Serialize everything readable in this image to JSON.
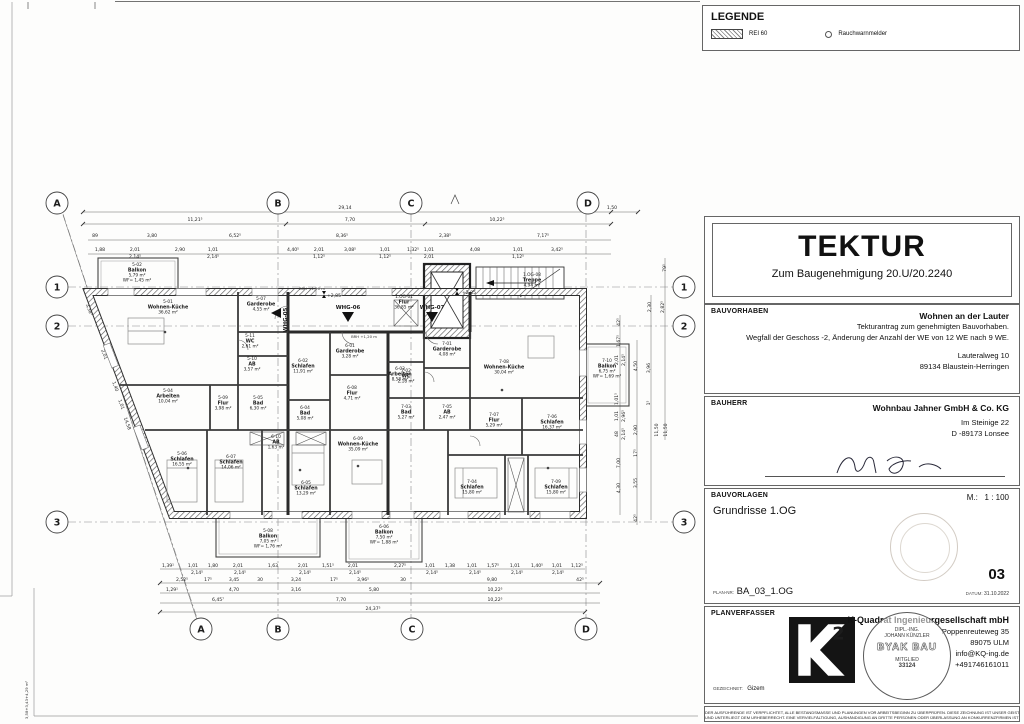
{
  "legend": {
    "title": "LEGENDE",
    "rei": "REI 60",
    "smoke": "Rauchwarnmelder"
  },
  "tektur": {
    "title": "TEKTUR",
    "subtitle": "Zum Baugenehmigung 20.U/20.2240"
  },
  "bauvorhaben": {
    "label": "BAUVORHABEN",
    "project": "Wohnen an der Lauter",
    "line1": "Tekturantrag zum genehmigten Bauvorhaben.",
    "line2": "Wegfall der Geschoss -2, Änderung der Anzahl der WE von 12 WE nach 9 WE.",
    "street": "Lauteralweg 10",
    "city": "89134 Blaustein-Herringen"
  },
  "bauherr": {
    "label": "BAUHERR",
    "name": "Wohnbau Jahner GmbH & Co. KG",
    "street": "Im Steinige 22",
    "city": "D -89173 Lonsee"
  },
  "bauvorlagen": {
    "label": "BAUVORLAGEN",
    "scale_label": "M.:",
    "scale": "1 : 100",
    "content": "Grundrisse 1.OG",
    "sheet_no": "03",
    "plan_nr_label": "PLAN-NR:",
    "plan_nr": "BA_03_1.OG",
    "date_label": "DATUM:",
    "date": "31.10.2022"
  },
  "planverfasser": {
    "label": "PLANVERFASSER",
    "logo_sup": "2",
    "company": "K-Quadrat Ingenieurgesellschaft mbH",
    "address1": "Poppenreuteweg 35",
    "address2": "89075 ULM",
    "email": "info@KQ-ing.de",
    "phone": "+491746161011",
    "drawn_label": "GEZEICHNET:",
    "drawn_by": "Gizem",
    "stamp": {
      "line1": "DIPL.-ING.",
      "line2": "JOHANN KÜNZLER",
      "line3": "BYAK BAU",
      "line4": "MITGLIED",
      "line5": "33124"
    }
  },
  "disclaimer": {
    "line1": "DER AUSFÜHRENDE IST VERPFLICHTET, ALLE BESTANDSMASSE UND PLANUNGEN VOR ARBEITSBEGINN ZU ÜBERPRÜFEN. DIESE ZEICHNUNG IST UNSER GEISTIGES EIGENTUM",
    "line2": "UND UNTERLIEGT DEM URHEBERRECHT. EINE VERVIELFÄLTIGUNG, AUSHÄNDIGUNG AN DRITTE PERSONEN ODER ÜBERLASSUNG AN KONKURRENZFIRMEN IST UNTERSAGT."
  },
  "plan": {
    "grid": {
      "top": [
        "A",
        "B",
        "C",
        "D"
      ],
      "bottom": [
        "A",
        "B",
        "C",
        "D"
      ],
      "left": [
        "1",
        "2",
        "3"
      ],
      "right": [
        "1",
        "2",
        "3"
      ]
    },
    "whg": [
      "WHG-05",
      "WHG-06",
      "WHG-07"
    ],
    "levels": [
      "+2,85",
      "+2,85"
    ],
    "misc": {
      "brh": "BRH +1,20 m",
      "note": "3,58+3,43+4,29 m²"
    },
    "rooms": [
      {
        "id": "5-02",
        "name": "Balkon",
        "area": "5,79 m²",
        "wf": "WF= 1,45 m²"
      },
      {
        "id": "5-01",
        "name": "Wohnen-Küche",
        "area": "36,62 m²"
      },
      {
        "id": "5-07",
        "name": "Garderobe",
        "area": "4,55 m²"
      },
      {
        "id": "5-11",
        "name": "WC",
        "area": "2,61 m²"
      },
      {
        "id": "5-10",
        "name": "AB",
        "area": "3,57 m²"
      },
      {
        "id": "5-04",
        "name": "Arbeiten",
        "area": "10,04 m²"
      },
      {
        "id": "5-09",
        "name": "Flur",
        "area": "3,98 m²"
      },
      {
        "id": "5-05",
        "name": "Bad",
        "area": "6,30 m²"
      },
      {
        "id": "5-06",
        "name": "Schlafen",
        "area": "16,55 m²"
      },
      {
        "id": "5-08",
        "name": "Balkon",
        "area": "7,05 m²",
        "wf": "WF= 1,76 m²"
      },
      {
        "id": "6-01",
        "name": "Garderobe",
        "area": "3,28 m²"
      },
      {
        "id": "6-02",
        "name": "Schlafen",
        "area": "11,91 m²"
      },
      {
        "id": "6-03",
        "name": "Arbeiten",
        "area": "8,58 m²"
      },
      {
        "id": "6-08",
        "name": "Flur",
        "area": "4,71 m²"
      },
      {
        "id": "6-04",
        "name": "Bad",
        "area": "5,08 m²"
      },
      {
        "id": "6-07",
        "name": "Schlafen",
        "area": "14,06 m²"
      },
      {
        "id": "6-05",
        "name": "Schlafen",
        "area": "13,29 m²"
      },
      {
        "id": "6-10",
        "name": "AB",
        "area": "1,63 m²"
      },
      {
        "id": "6-09",
        "name": "Wohnen-Küche",
        "area": "35,09 m²"
      },
      {
        "id": "6-06",
        "name": "Balkon",
        "area": "7,50 m²",
        "wf": "WF= 1,88 m²"
      },
      {
        "id": "7-01",
        "name": "Garderobe",
        "area": "4,08 m²"
      },
      {
        "id": "7-02",
        "name": "WC",
        "area": "2,18 m²"
      },
      {
        "id": "7-03",
        "name": "Bad",
        "area": "5,27 m²"
      },
      {
        "id": "7-05",
        "name": "AB",
        "area": "2,47 m²"
      },
      {
        "id": "7-07",
        "name": "Flur",
        "area": "5,29 m²"
      },
      {
        "id": "7-08",
        "name": "Wohnen-Küche",
        "area": "30,04 m²"
      },
      {
        "id": "7-06",
        "name": "Schlafen",
        "area": "16,37 m²"
      },
      {
        "id": "7-04",
        "name": "Schlafen",
        "area": "15,80 m²"
      },
      {
        "id": "7-09",
        "name": "Schlafen",
        "area": "15,80 m²"
      },
      {
        "id": "7-10",
        "name": "Balkon",
        "area": "6,75 m²",
        "wf": "WF= 1,69 m²"
      },
      {
        "id": "1.OG-01",
        "name": "Flur",
        "area": "36,85 m²"
      },
      {
        "id": "1.OG-08",
        "name": "Treppe",
        "area": "4,94 m²"
      }
    ]
  },
  "dims": {
    "top1": [
      "29,14",
      "1,50"
    ],
    "top2": [
      "11,21⁵",
      "7,70",
      "10,22⁵"
    ],
    "top3": [
      "89",
      "3,80",
      "6,52⁵",
      "8,36⁵",
      "2,38⁵",
      "7,17⁵"
    ],
    "top4": [
      "1,88",
      "2,01",
      "2,90",
      "1,01",
      "4,40⁵",
      "2,01",
      "3,08⁵",
      "1,01",
      "1,32⁵",
      "1,01",
      "4,08",
      "1,01",
      "3,42⁵"
    ],
    "top5": [
      "2,14⁵",
      "2,14⁵",
      "1,12⁵",
      "1,12⁵",
      "2,01",
      "1,12⁵"
    ],
    "bot1": [
      "1,39¹",
      "1,01",
      "1,80",
      "2,01",
      "1,63",
      "2,01",
      "1,51⁵",
      "2,01",
      "2,27⁵",
      "1,01",
      "1,38",
      "1,01",
      "1,57⁵",
      "1,01",
      "1,40⁵",
      "1,01",
      "1,12⁵"
    ],
    "bot2": [
      "2,14⁵",
      "2,14⁵",
      "2,14⁵",
      "2,14⁵",
      "2,14⁵",
      "2,14⁵",
      "2,14⁵",
      "2,14⁵"
    ],
    "bot3": [
      "2,52⁵",
      "17⁵",
      "3,45",
      "30",
      "3,24",
      "17⁵",
      "3,96⁵",
      "30",
      "9,80",
      "42⁵"
    ],
    "bot4": [
      "1,29¹",
      "4,70",
      "3,16",
      "5,80",
      "10,22⁵"
    ],
    "bot5": [
      "6,45⁷",
      "7,70",
      "10,22⁵"
    ],
    "bot6": [
      "24,37⁵"
    ],
    "left": [
      "3,38⁵",
      "2,01",
      "2,14⁵",
      "1,40",
      "1,01",
      "2,14⁵",
      "14,58"
    ],
    "right": [
      "79⁵",
      "2,82⁵",
      "2,30",
      "42⁵",
      "1,67⁵",
      "2,01",
      "2,14⁵",
      "4,50",
      "3,96",
      "1,01⁵",
      "1⁵",
      "1,01",
      "2,96⁵",
      "48",
      "2,14⁵",
      "2,90",
      "11,50",
      "11,50",
      "17⁵",
      "7,00",
      "3,55",
      "4,30",
      "42⁵"
    ]
  }
}
